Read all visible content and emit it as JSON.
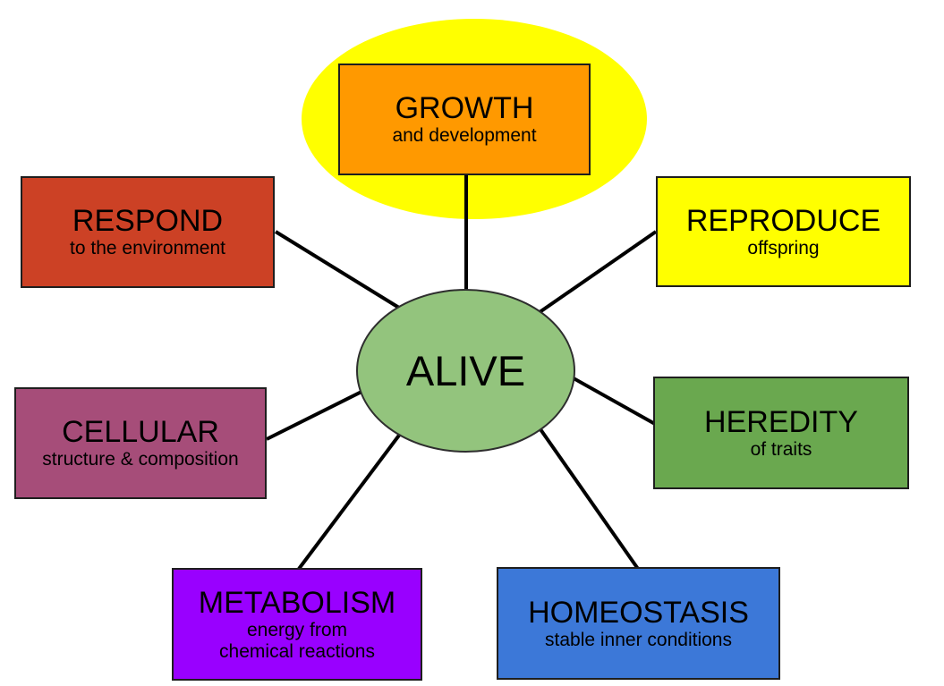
{
  "diagram": {
    "connector_color": "#000000",
    "center": {
      "label": "ALIVE",
      "fill": "#93C47D"
    },
    "nodes": [
      {
        "id": "growth",
        "label": "GROWTH",
        "sublabel": "and development",
        "fill": "#FF9900",
        "highlight_fill": "#FFFF00"
      },
      {
        "id": "respond",
        "label": "RESPOND",
        "sublabel": "to the environment",
        "fill": "#CC4125"
      },
      {
        "id": "reproduce",
        "label": "REPRODUCE",
        "sublabel": "offspring",
        "fill": "#FFFF00"
      },
      {
        "id": "cellular",
        "label": "CELLULAR",
        "sublabel": "structure & composition",
        "fill": "#A64D79"
      },
      {
        "id": "heredity",
        "label": "HEREDITY",
        "sublabel": "of traits",
        "fill": "#6AA84F"
      },
      {
        "id": "metabolism",
        "label": "METABOLISM",
        "sublabel": "energy from\nchemical reactions",
        "fill": "#9900FF"
      },
      {
        "id": "homeostasis",
        "label": "HOMEOSTASIS",
        "sublabel": "stable inner conditions",
        "fill": "#3C78D8"
      }
    ]
  }
}
